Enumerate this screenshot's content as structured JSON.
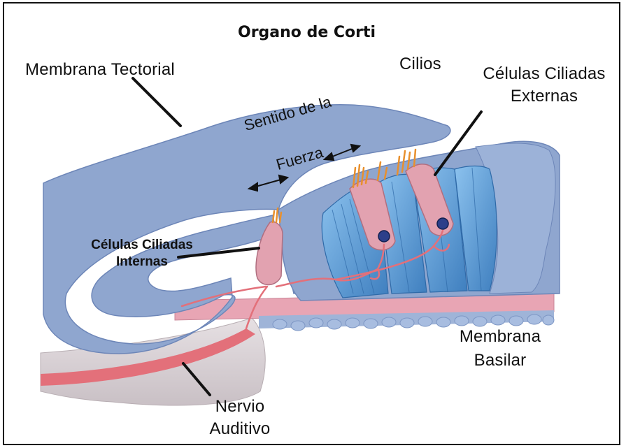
{
  "title": "Organo de Corti",
  "labels": {
    "membrana_tectorial": "Membrana Tectorial",
    "cilios": "Cilios",
    "celulas_ciliadas_externas_1": "Células Ciliadas",
    "celulas_ciliadas_externas_2": "Externas",
    "sentido_1": "Sentido de la",
    "sentido_2": "Fuerza",
    "celulas_ciliadas_internas_1": "Células Ciliadas",
    "celulas_ciliadas_internas_2": "Internas",
    "membrana_basilar_1": "Membrana",
    "membrana_basilar_2": "Basilar",
    "nervio_auditivo_1": "Nervio",
    "nervio_auditivo_2": "Auditivo"
  },
  "colors": {
    "tissue_blue": "#8fa6cf",
    "tissue_blue_dark": "#6d86b8",
    "cell_pink": "#e2a2b0",
    "nerve_red": "#e3707a",
    "cilia_orange": "#e8902e",
    "bone": "#d9d2d5",
    "pillar_blue": "#5f9fd8"
  }
}
